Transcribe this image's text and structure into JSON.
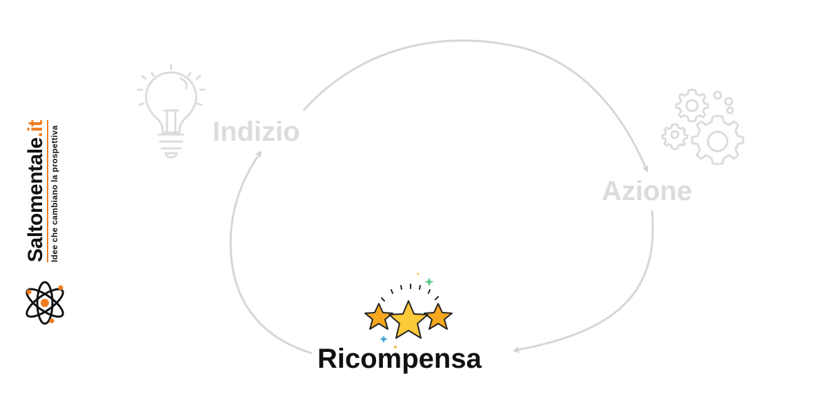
{
  "brand": {
    "name": "Saltomentale",
    "tld": ".it",
    "tagline": "Idee che cambiano la prospettiva",
    "accent_color": "#f07c1e",
    "icon": "atom-icon"
  },
  "cycle": {
    "steps": [
      {
        "label": "Indizio",
        "icon": "lightbulb-icon",
        "state": "faded"
      },
      {
        "label": "Azione",
        "icon": "gears-icon",
        "state": "faded"
      },
      {
        "label": "Ricompensa",
        "icon": "stars-icon",
        "state": "active"
      }
    ],
    "arrow_color": "#d6d6d6",
    "faded_color": "#dcdcdc",
    "active_color": "#111111"
  }
}
